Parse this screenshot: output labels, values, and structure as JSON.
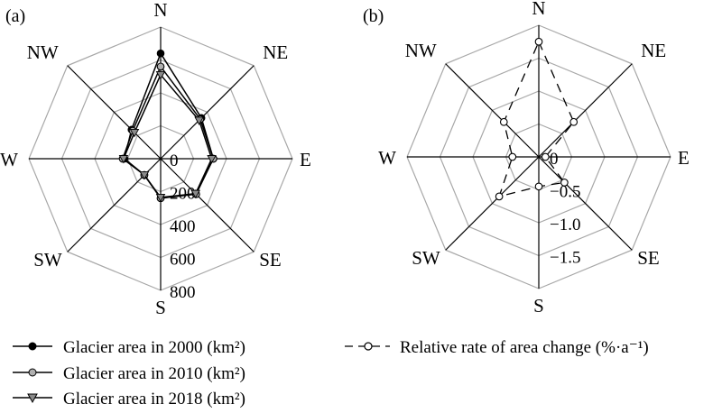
{
  "panels": [
    {
      "label": "(a)"
    },
    {
      "label": "(b)"
    }
  ],
  "directions": [
    "N",
    "NE",
    "E",
    "SE",
    "S",
    "SW",
    "W",
    "NW"
  ],
  "colors": {
    "grid": "#a8a8a8",
    "axis": "#000000",
    "series_2000": "#000000",
    "series_2010_fill": "#b0b0b0",
    "series_2018_fill": "#8a8a8a",
    "rate_line": "#000000"
  },
  "chart_data": [
    {
      "type": "radar",
      "panel": "(a)",
      "categories": [
        "N",
        "NE",
        "E",
        "SE",
        "S",
        "SW",
        "W",
        "NW"
      ],
      "radial_range": [
        0,
        800
      ],
      "radial_ticks": [
        "0",
        "200",
        "400",
        "600",
        "800"
      ],
      "tick_direction": "S",
      "grid": true,
      "series": [
        {
          "name": "Glacier area in 2000 (km²)",
          "marker": "filled-circle",
          "values": [
            640,
            350,
            320,
            300,
            240,
            140,
            220,
            250
          ]
        },
        {
          "name": "Glacier area in 2010 (km²)",
          "marker": "open-circle",
          "values": [
            560,
            340,
            320,
            305,
            240,
            140,
            230,
            240
          ]
        },
        {
          "name": "Glacier area in 2018 (km²)",
          "marker": "triangle-down",
          "values": [
            510,
            330,
            310,
            300,
            235,
            140,
            225,
            225
          ]
        }
      ]
    },
    {
      "type": "radar",
      "panel": "(b)",
      "categories": [
        "N",
        "NE",
        "E",
        "SE",
        "S",
        "SW",
        "W",
        "NW"
      ],
      "radial_range": [
        0,
        -2
      ],
      "radial_ticks": [
        "0",
        "−0.5",
        "−1.0",
        "−1.5"
      ],
      "tick_direction": "S",
      "grid": true,
      "series": [
        {
          "name": "Relative rate of area change (%·a⁻¹)",
          "marker": "open-circle",
          "line": "dashed",
          "values": [
            -1.75,
            -0.75,
            -0.1,
            -0.55,
            -0.45,
            -0.85,
            -0.4,
            -0.75
          ]
        }
      ]
    }
  ]
}
